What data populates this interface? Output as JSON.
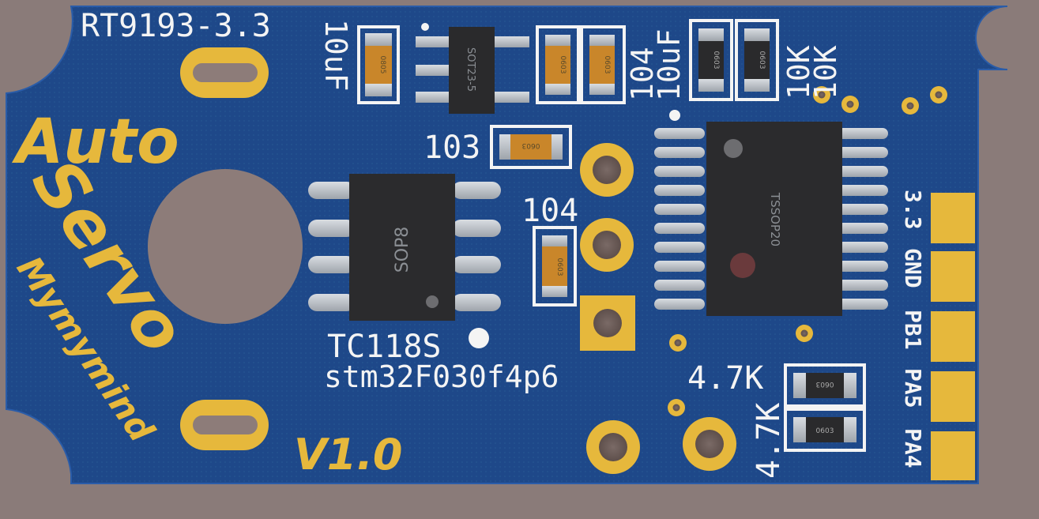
{
  "board": {
    "title_line1": "Auto",
    "title_line2": "Servo",
    "author": "Mymymind",
    "version": "V1.0",
    "regulator_label": "RT9193-3.3",
    "cap_10uf_left": "10uF",
    "regulator_package": "SOT23-5",
    "cap_label_104_top": "104",
    "cap_label_10uf_right": "10uF",
    "res_10k_a": "10K",
    "res_10k_b": "10K",
    "cap_label_103": "103",
    "cap_label_104_mid": "104",
    "driver_package": "SOP8",
    "driver_label": "TC118S",
    "mcu_label": "stm32F030f4p6",
    "mcu_package": "TSSOP20",
    "res_4k7_a": "4.7K",
    "res_4k7_b": "4.7K",
    "size_0603": "0603",
    "size_0805": "0805"
  },
  "pins": [
    "3.3",
    "GND",
    "PB1",
    "PA5",
    "PA4"
  ],
  "colors": {
    "pcb_blue": "#1f4a8f",
    "gold": "#e6b83c",
    "silkscreen": "#f4f4f4",
    "background": "#8a7b79"
  }
}
